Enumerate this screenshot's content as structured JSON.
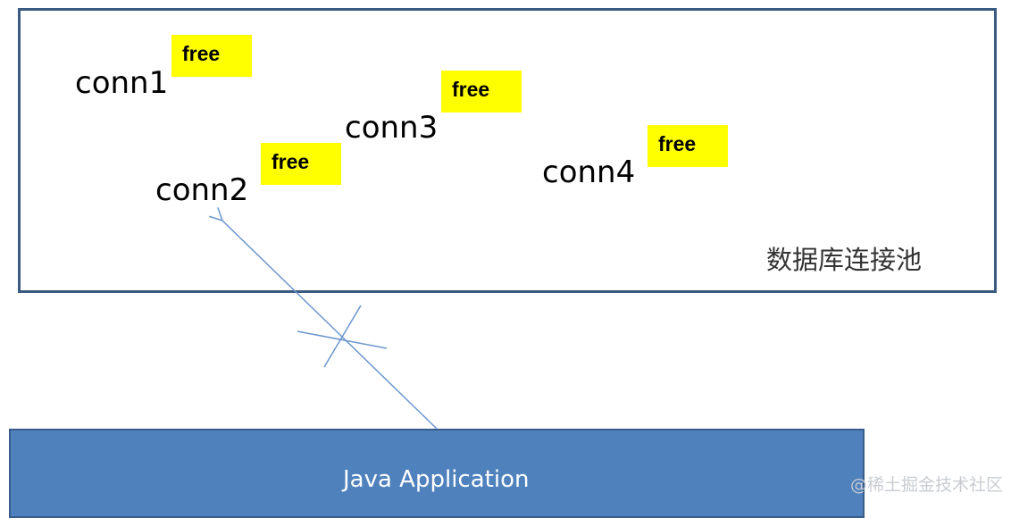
{
  "pool": {
    "title": "数据库连接池",
    "connections": [
      {
        "name": "conn1",
        "status": "free"
      },
      {
        "name": "conn2",
        "status": "free"
      },
      {
        "name": "conn3",
        "status": "free"
      },
      {
        "name": "conn4",
        "status": "free"
      }
    ]
  },
  "application": {
    "label": "Java Application"
  },
  "watermark": "@稀土掘金技术社区",
  "colors": {
    "pool_border": "#3b5a80",
    "free_badge": "#ffff00",
    "app_fill": "#4f81bd",
    "arrow": "#6b96cf"
  }
}
